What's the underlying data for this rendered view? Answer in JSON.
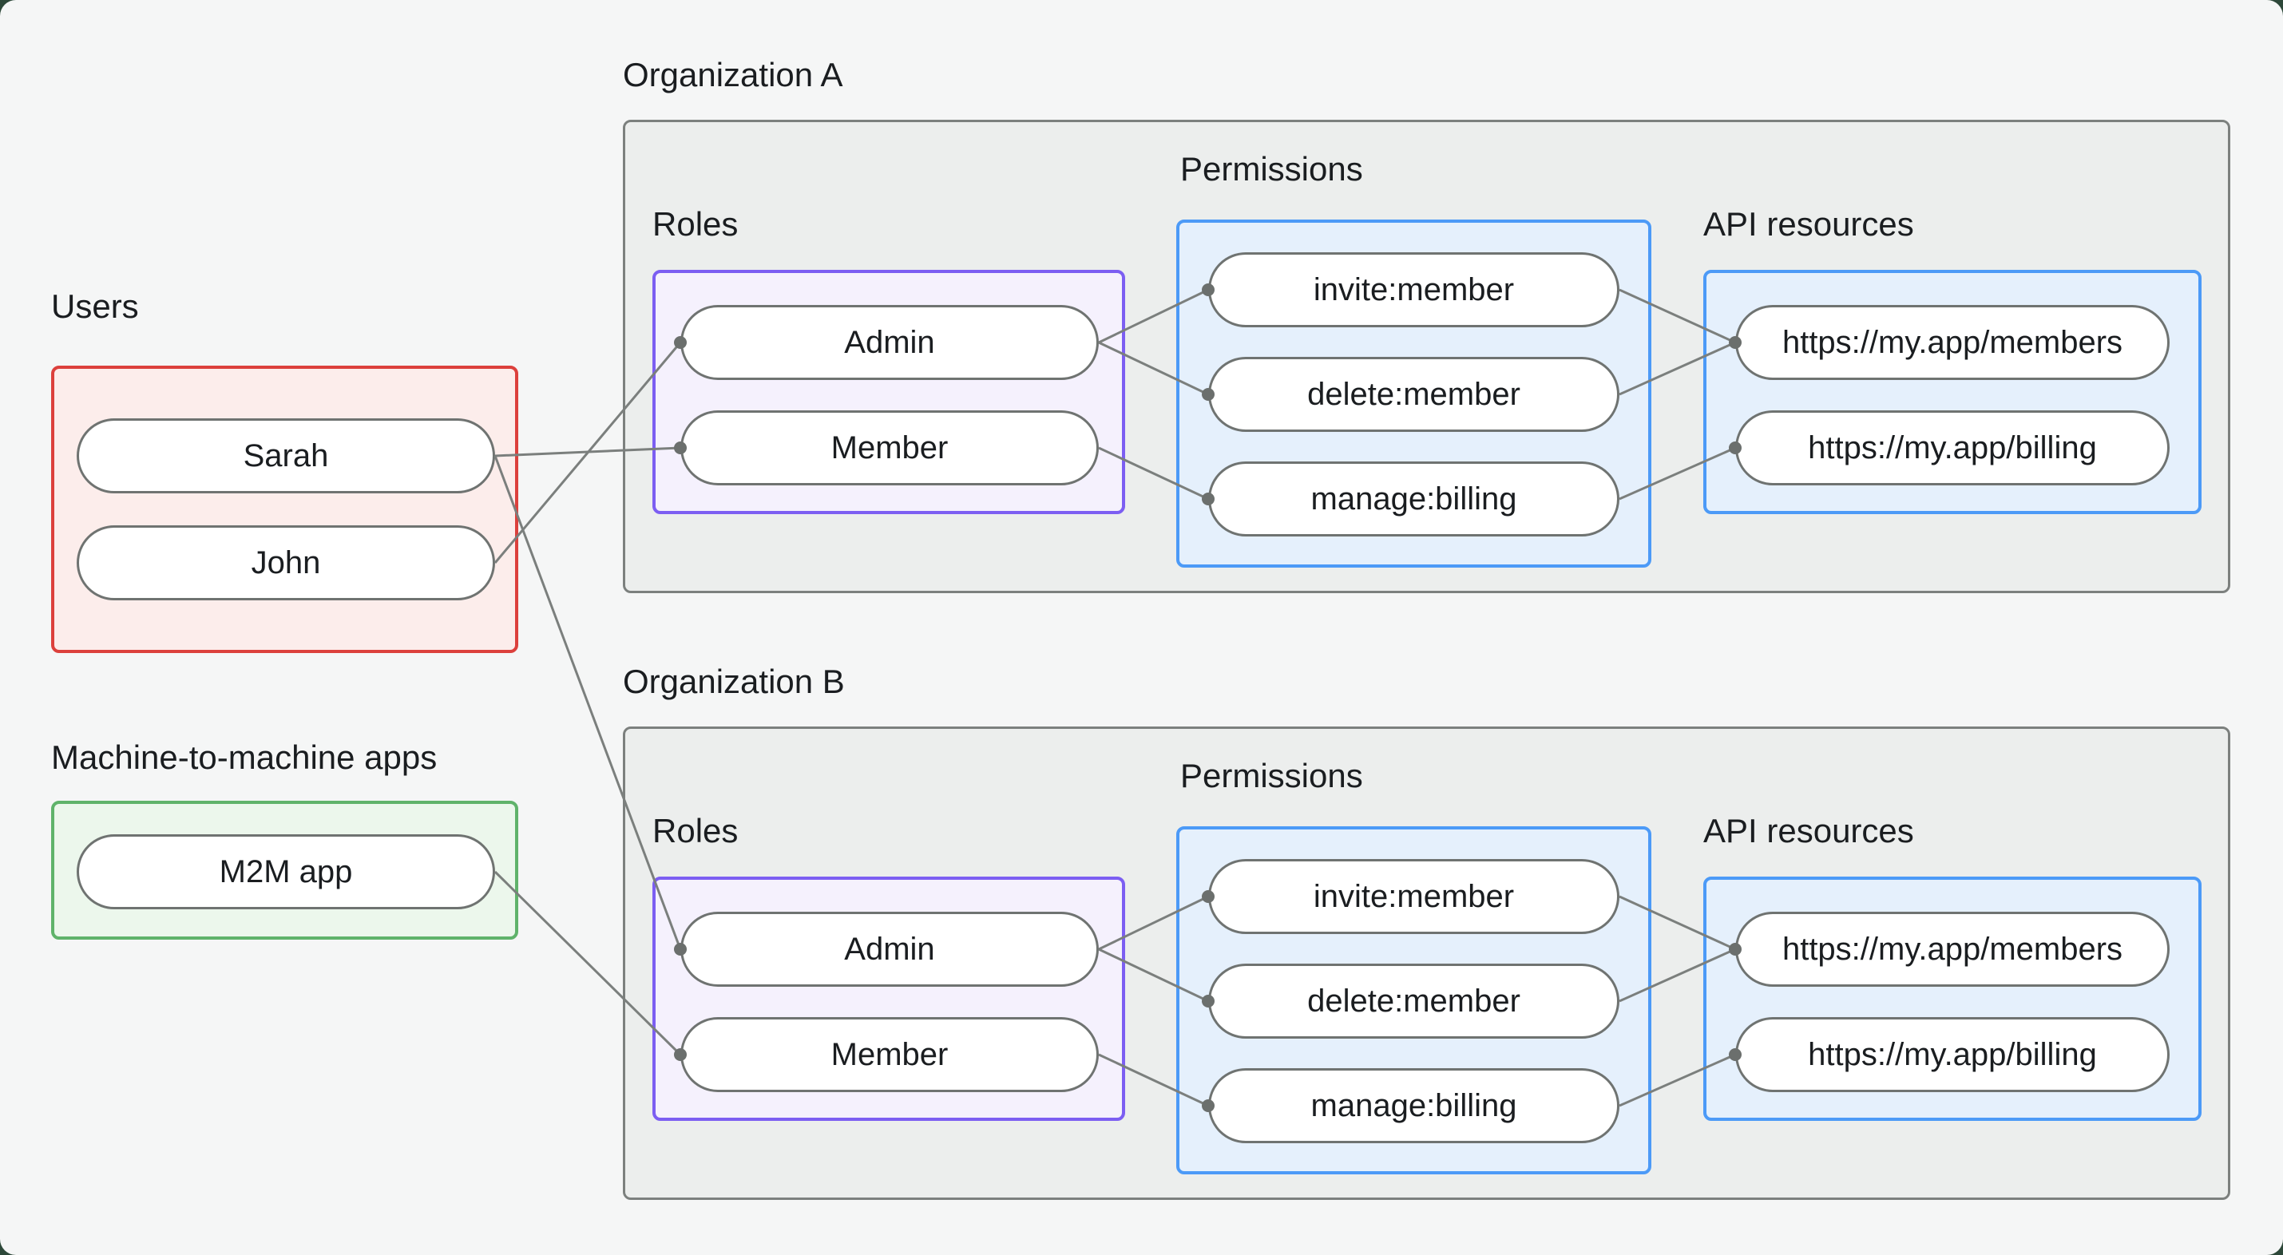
{
  "palette": {
    "surround": "#2d4839",
    "page_bg": "#f5f6f6",
    "text": "#1a1d20",
    "org_border": "#7c807e",
    "org_fill": "#eceeed",
    "users_border": "#dc403c",
    "users_fill": "#fcedeb",
    "m2m_border": "#5fb36a",
    "m2m_fill": "#ecf7ec",
    "roles_border": "#7c5ef2",
    "roles_fill": "#f5f1fd",
    "permissions_border": "#4c9af7",
    "permissions_fill": "#e5f0fc",
    "node_border": "#6f7371",
    "node_fill": "#ffffff",
    "edge": "#7b7f7d",
    "edge_dot": "#6b6f6d"
  },
  "users": {
    "label": "Users",
    "items": [
      {
        "id": "sarah",
        "name": "Sarah"
      },
      {
        "id": "john",
        "name": "John"
      }
    ]
  },
  "m2m": {
    "label": "Machine-to-machine apps",
    "items": [
      {
        "id": "app",
        "name": "M2M app"
      }
    ]
  },
  "orgs": [
    {
      "title": "Organization A",
      "roles_label": "Roles",
      "permissions_label": "Permissions",
      "api_label": "API resources",
      "roles": [
        {
          "id": "admin",
          "name": "Admin"
        },
        {
          "id": "member",
          "name": "Member"
        }
      ],
      "permissions": [
        {
          "id": "invite",
          "name": "invite:member"
        },
        {
          "id": "delete",
          "name": "delete:member"
        },
        {
          "id": "manage",
          "name": "manage:billing"
        }
      ],
      "api_resources": [
        {
          "id": "members",
          "name": "https://my.app/members"
        },
        {
          "id": "billing",
          "name": "https://my.app/billing"
        }
      ]
    },
    {
      "title": "Organization B",
      "roles_label": "Roles",
      "permissions_label": "Permissions",
      "api_label": "API resources",
      "roles": [
        {
          "id": "admin",
          "name": "Admin"
        },
        {
          "id": "member",
          "name": "Member"
        }
      ],
      "permissions": [
        {
          "id": "invite",
          "name": "invite:member"
        },
        {
          "id": "delete",
          "name": "delete:member"
        },
        {
          "id": "manage",
          "name": "manage:billing"
        }
      ],
      "api_resources": [
        {
          "id": "members",
          "name": "https://my.app/members"
        },
        {
          "id": "billing",
          "name": "https://my.app/billing"
        }
      ]
    }
  ],
  "edges": [
    {
      "from": "users.sarah",
      "to": "orgA.roles.member"
    },
    {
      "from": "users.john",
      "to": "orgA.roles.admin"
    },
    {
      "from": "users.sarah",
      "to": "orgB.roles.admin"
    },
    {
      "from": "m2m.app",
      "to": "orgB.roles.member"
    },
    {
      "from": "orgA.roles.admin",
      "to": "orgA.perms.invite"
    },
    {
      "from": "orgA.roles.admin",
      "to": "orgA.perms.delete"
    },
    {
      "from": "orgA.roles.member",
      "to": "orgA.perms.manage"
    },
    {
      "from": "orgA.perms.invite",
      "to": "orgA.api.members"
    },
    {
      "from": "orgA.perms.delete",
      "to": "orgA.api.members"
    },
    {
      "from": "orgA.perms.manage",
      "to": "orgA.api.billing"
    },
    {
      "from": "orgB.roles.admin",
      "to": "orgB.perms.invite"
    },
    {
      "from": "orgB.roles.admin",
      "to": "orgB.perms.delete"
    },
    {
      "from": "orgB.roles.member",
      "to": "orgB.perms.manage"
    },
    {
      "from": "orgB.perms.invite",
      "to": "orgB.api.members"
    },
    {
      "from": "orgB.perms.delete",
      "to": "orgB.api.members"
    },
    {
      "from": "orgB.perms.manage",
      "to": "orgB.api.billing"
    }
  ]
}
